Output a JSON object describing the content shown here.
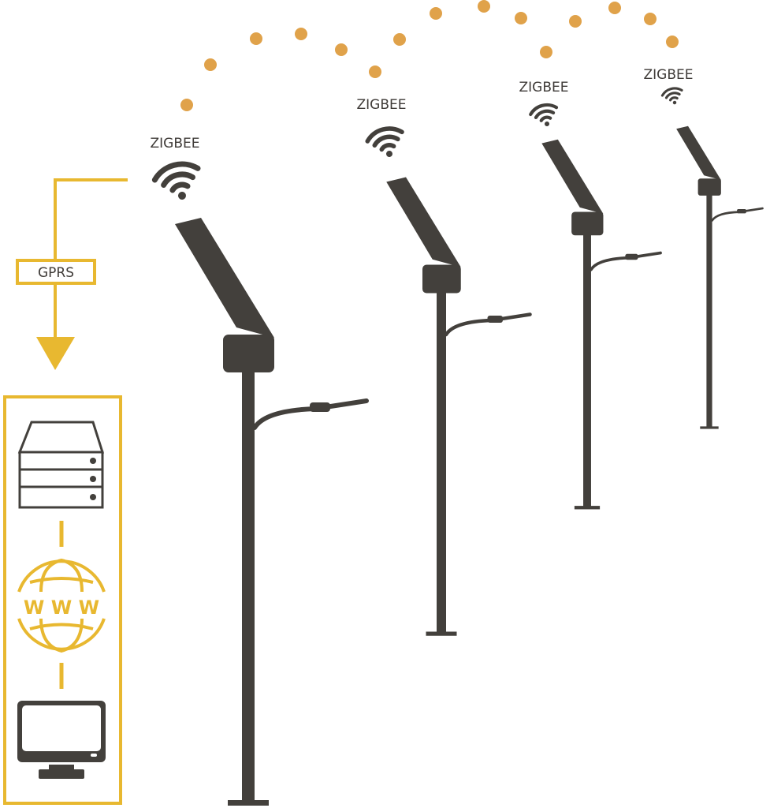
{
  "colors": {
    "accent": "#e8b830",
    "dots": "#e0a24a",
    "dark": "#43403c"
  },
  "lamps": [
    {
      "label": "ZIGBEE"
    },
    {
      "label": "ZIGBEE"
    },
    {
      "label": "ZIGBEE"
    },
    {
      "label": "ZIGBEE"
    }
  ],
  "gprs_label": "GPRS",
  "globe_text": "W W W"
}
